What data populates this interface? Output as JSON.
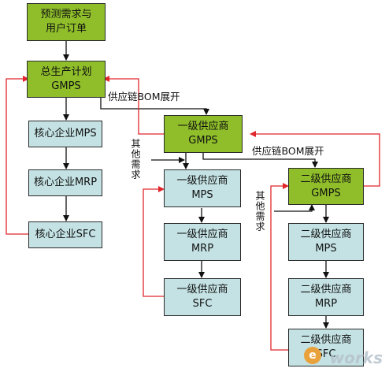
{
  "boxes": [
    {
      "id": "forecast",
      "lines": [
        "预测需求与",
        "用户订单"
      ],
      "style": "green"
    },
    {
      "id": "gmps",
      "lines": [
        "总生产计划",
        "GMPS"
      ],
      "style": "green"
    },
    {
      "id": "core_mps",
      "lines": [
        "核心企业MPS"
      ],
      "style": "teal"
    },
    {
      "id": "core_mrp",
      "lines": [
        "核心企业MRP"
      ],
      "style": "teal"
    },
    {
      "id": "core_sfc",
      "lines": [
        "核心企业SFC"
      ],
      "style": "teal"
    },
    {
      "id": "t1_gmps",
      "lines": [
        "一级供应商",
        "GMPS"
      ],
      "style": "green"
    },
    {
      "id": "t1_mps",
      "lines": [
        "一级供应商",
        "MPS"
      ],
      "style": "teal"
    },
    {
      "id": "t1_mrp",
      "lines": [
        "一级供应商",
        "MRP"
      ],
      "style": "teal"
    },
    {
      "id": "t1_sfc",
      "lines": [
        "一级供应商",
        "SFC"
      ],
      "style": "teal"
    },
    {
      "id": "t2_gmps",
      "lines": [
        "二级供应商",
        "GMPS"
      ],
      "style": "green"
    },
    {
      "id": "t2_mps",
      "lines": [
        "二级供应商",
        "MPS"
      ],
      "style": "teal"
    },
    {
      "id": "t2_mrp",
      "lines": [
        "二级供应商",
        "MRP"
      ],
      "style": "teal"
    },
    {
      "id": "t2_sfc",
      "lines": [
        "二级供应商",
        "SFC"
      ],
      "style": "teal"
    }
  ],
  "labels": {
    "bom_expand_1": "供应链BOM展开",
    "bom_expand_2": "供应链BOM展开",
    "other_demand_1": "其他需求",
    "other_demand_2": "其他需求"
  },
  "watermark": {
    "text": "works",
    "badge": "e"
  },
  "colors": {
    "green": "#8fbe2a",
    "teal": "#c4e2e4",
    "arrow": "#111111",
    "feedback": "#e0262b"
  }
}
